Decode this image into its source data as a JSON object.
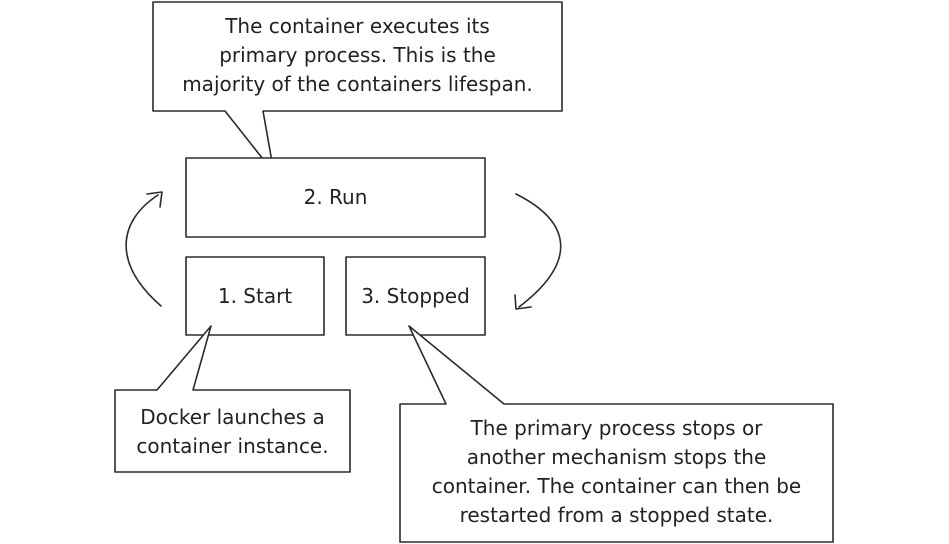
{
  "stages": {
    "run": "2. Run",
    "start": "1. Start",
    "stopped": "3. Stopped"
  },
  "callouts": {
    "run": [
      "The container executes its",
      "primary process. This is the",
      "majority of the containers lifespan."
    ],
    "start": [
      "Docker launches a",
      "container instance."
    ],
    "stopped": [
      "The primary process stops or",
      "another mechanism stops the",
      "container. The container can then be",
      "restarted from a stopped state."
    ]
  }
}
